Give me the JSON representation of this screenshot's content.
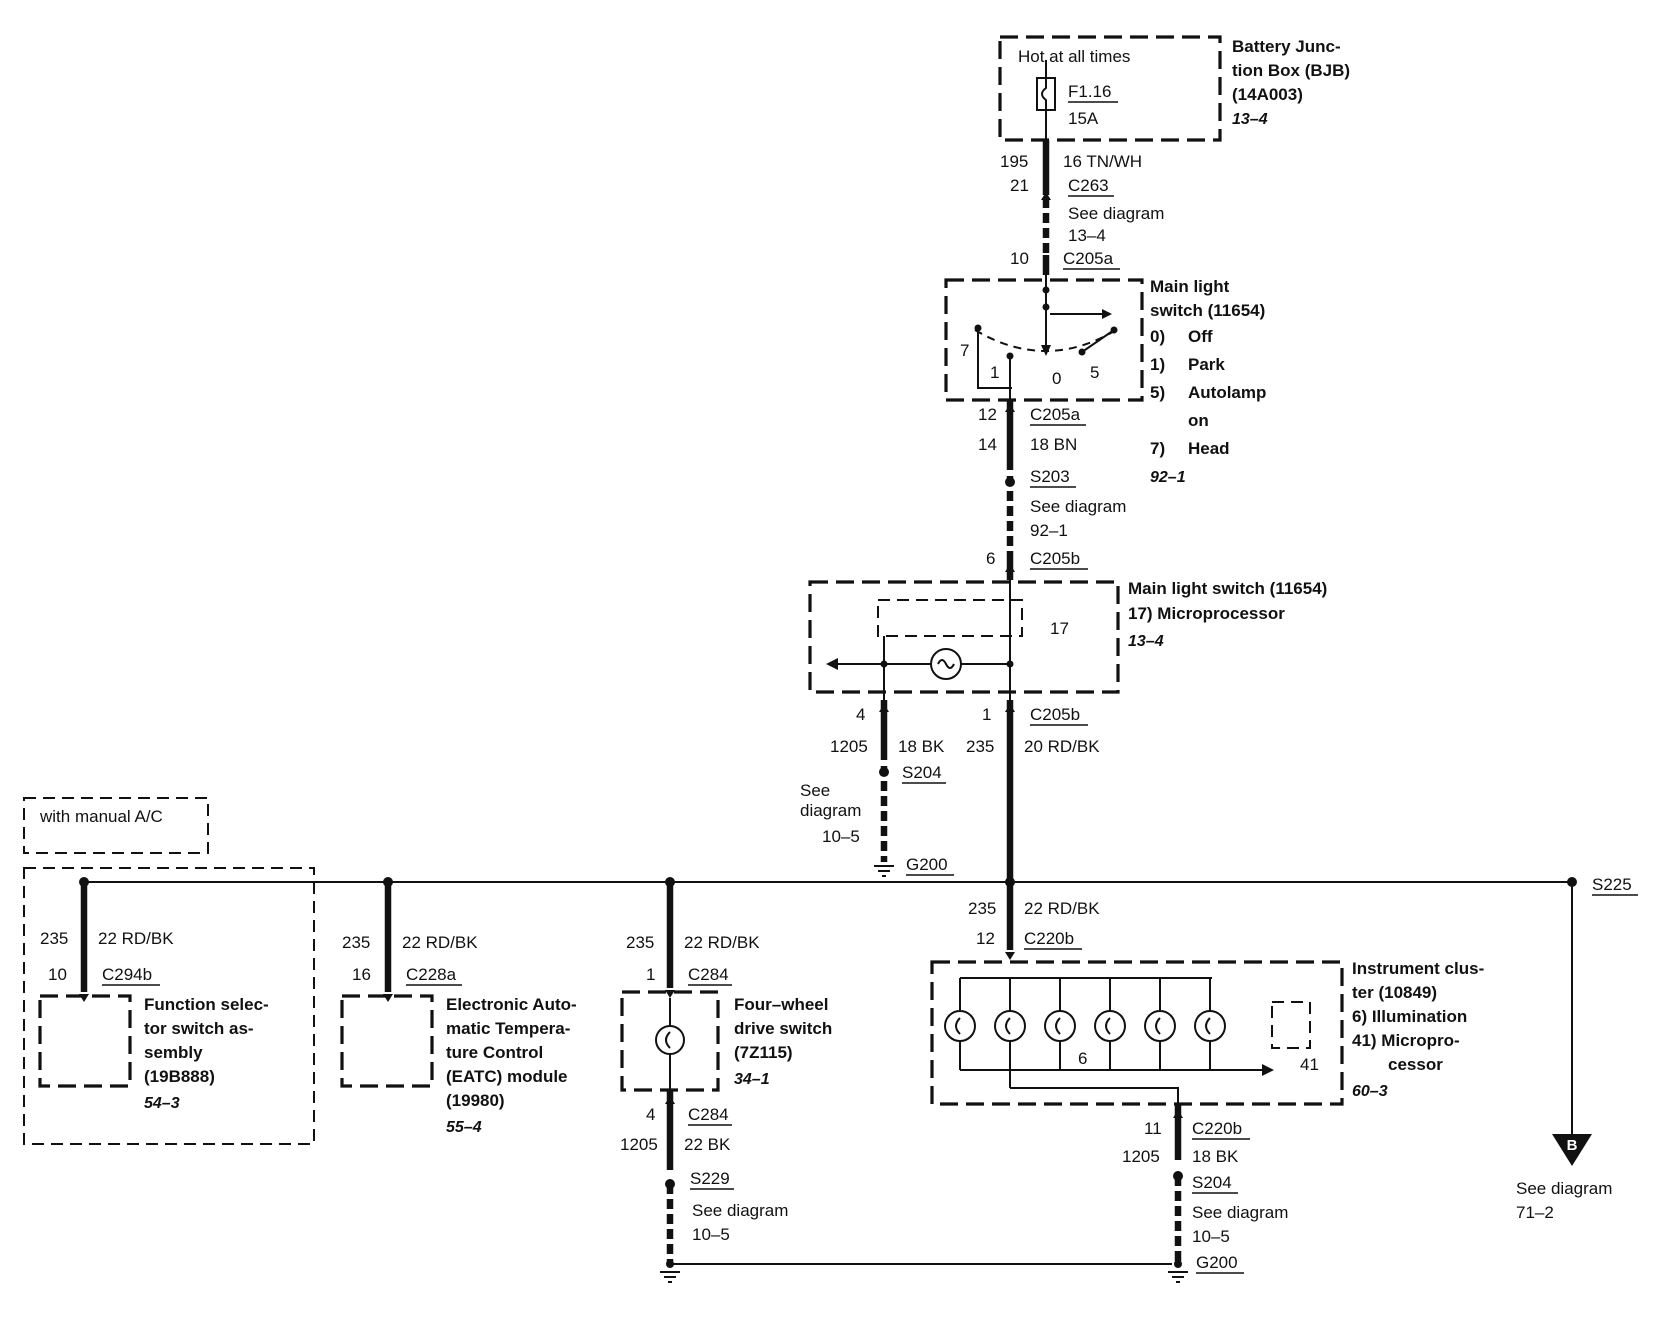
{
  "bjb": {
    "note": "Hot at all times",
    "fuse": "F1.16",
    "amps": "15A",
    "title1": "Battery Junc-",
    "title2": "tion Box (BJB)",
    "part": "(14A003)",
    "ref": "13–4"
  },
  "feed": {
    "circuit": "195",
    "pin": "21",
    "wire": "16 TN/WH",
    "connector": "C263",
    "see1": "See diagram",
    "see2": "13–4",
    "pin2": "10",
    "connector2": "C205a"
  },
  "mls": {
    "title1": "Main light",
    "title2": "switch (11654)",
    "modes": [
      {
        "num": "0)",
        "label": "Off"
      },
      {
        "num": "1)",
        "label": "Park"
      },
      {
        "num": "5)",
        "label": "Autolamp"
      },
      {
        "num": "",
        "label": "on"
      },
      {
        "num": "7)",
        "label": "Head"
      }
    ],
    "ref": "92–1",
    "pos7": "7",
    "pos1": "1",
    "pos0": "0",
    "pos5": "5"
  },
  "mid": {
    "pin12": "12",
    "conn": "C205a",
    "circuit": "14",
    "wire": "18 BN",
    "splice": "S203",
    "see1": "See diagram",
    "see2": "92–1",
    "pin6": "6",
    "conn2": "C205b"
  },
  "micro": {
    "title": "Main light switch (11654)",
    "sub": "17) Microprocessor",
    "ref": "13–4",
    "num": "17"
  },
  "micro_out": {
    "pin4": "4",
    "pin1": "1",
    "conn": "C205b",
    "c1205": "1205",
    "w1205": "18 BK",
    "c235": "235",
    "w235": "20 RD/BK",
    "splice": "S204",
    "see1": "See",
    "see2": "diagram",
    "see3": "10–5",
    "ground": "G200"
  },
  "manual_ac": "with manual A/C",
  "bus": {
    "splice": "S225"
  },
  "fss": {
    "circuit": "235",
    "wire": "22 RD/BK",
    "pin": "10",
    "conn": "C294b",
    "l1": "Function selec-",
    "l2": "tor switch as-",
    "l3": "sembly",
    "l4": "(19B888)",
    "ref": "54–3"
  },
  "eatc": {
    "circuit": "235",
    "wire": "22 RD/BK",
    "pin": "16",
    "conn": "C228a",
    "l1": "Electronic Auto-",
    "l2": "matic Tempera-",
    "l3": "ture Control",
    "l4": "(EATC) module",
    "l5": "(19980)",
    "ref": "55–4"
  },
  "fwd": {
    "circuit": "235",
    "wire": "22 RD/BK",
    "pin": "1",
    "conn": "C284",
    "l1": "Four–wheel",
    "l2": "drive switch",
    "l3": "(7Z115)",
    "ref": "34–1",
    "pin_out": "4",
    "conn_out": "C284",
    "c_out": "1205",
    "w_out": "22 BK",
    "splice": "S229",
    "see1": "See diagram",
    "see2": "10–5"
  },
  "ic": {
    "circuit": "235",
    "wire": "22 RD/BK",
    "pin": "12",
    "conn": "C220b",
    "l1": "Instrument clus-",
    "l2": "ter (10849)",
    "l3": "6)   Illumination",
    "l4": "41)  Micropro-",
    "l5": "cessor",
    "ref": "60–3",
    "num6": "6",
    "num41": "41",
    "pin_out": "11",
    "conn_out": "C220b",
    "c_out": "1205",
    "w_out": "18 BK",
    "splice": "S204",
    "see1": "See diagram",
    "see2": "10–5",
    "ground": "G200"
  },
  "offpage": {
    "letter": "B",
    "see1": "See diagram",
    "see2": "71–2"
  }
}
